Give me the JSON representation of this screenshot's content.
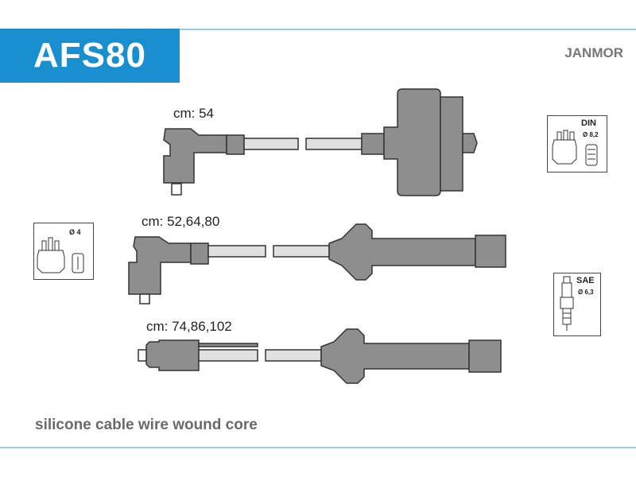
{
  "header": {
    "part_code": "AFS80",
    "brand": "JANMOR",
    "accent_color": "#1a8fd0",
    "rule_color": "#9fc9e6"
  },
  "cables": [
    {
      "label": "cm: 54"
    },
    {
      "label": "cm: 52,64,80"
    },
    {
      "label": "cm: 74,86,102"
    }
  ],
  "icons": {
    "din": {
      "tag": "DIN",
      "size": "Ø 8,2",
      "icon": "distributor-cap-din-icon"
    },
    "distributor": {
      "size": "Ø 4",
      "icon": "distributor-cap-icon"
    },
    "sae": {
      "tag": "SAE",
      "size": "Ø 6,3",
      "icon": "spark-plug-sae-icon"
    }
  },
  "footer": {
    "text": "silicone cable wire wound core"
  },
  "colors": {
    "part_fill": "#8e8e8e",
    "outline": "#333333"
  }
}
